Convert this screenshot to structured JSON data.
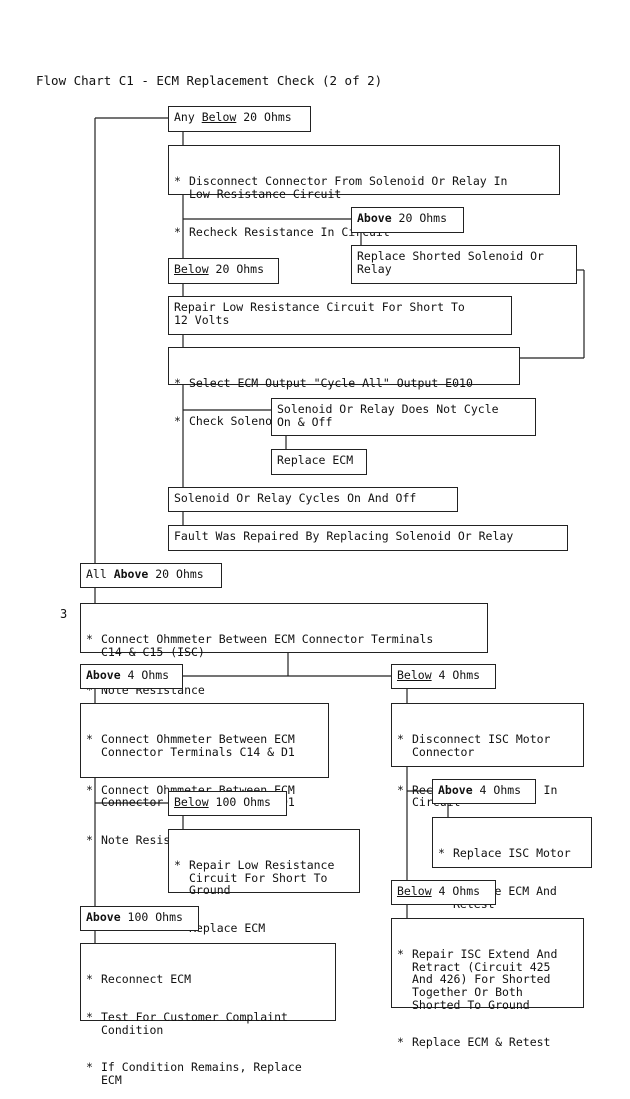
{
  "title": "Flow Chart C1 - ECM Replacement Check (2 of 2)",
  "step_number": "3",
  "bullet": "*",
  "nodes": {
    "any_below_20": {
      "pre": "Any ",
      "u": "Below",
      "post": " 20 Ohms"
    },
    "disconnect_connector": [
      "Disconnect Connector From Solenoid Or Relay In\nLow Resistance Circuit",
      "Recheck Resistance In Circuit"
    ],
    "above_20": {
      "b": "Above",
      "post": " 20 Ohms"
    },
    "replace_shorted": "Replace Shorted Solenoid Or\nRelay",
    "below_20": {
      "u": "Below",
      "post": " 20 Ohms"
    },
    "repair_low_resistance": "Repair Low Resistance Circuit For Short To\n12 Volts",
    "select_ecm_output": [
      "Select ECM Output \"Cycle All\" Output E010",
      "Check Solenoid Or Relay For Operation"
    ],
    "not_cycle": "Solenoid Or Relay Does Not Cycle\nOn & Off",
    "replace_ecm": "Replace ECM",
    "cycles": "Solenoid Or Relay Cycles On And Off",
    "fault_repaired": "Fault Was Repaired By Replacing Solenoid Or Relay",
    "all_above_20": {
      "pre": "All ",
      "b": "Above",
      "post": " 20 Ohms"
    },
    "connect_c14_c15": [
      "Connect Ohmmeter Between ECM Connector Terminals\nC14 & C15 (ISC)",
      "Note Resistance"
    ],
    "above_4_left": {
      "b": "Above",
      "post": " 4 Ohms"
    },
    "below_4_right": {
      "u": "Below",
      "post": " 4 Ohms"
    },
    "connect_d1": [
      "Connect Ohmmeter Between ECM\nConnector Terminals C14 & D1",
      "Connect Ohmmeter Between ECM\nConnector Terminals C15 & D1",
      "Note Resistance"
    ],
    "disconnect_isc": [
      "Disconnect ISC Motor\nConnector",
      "Recheck Resistance In\nCircuit"
    ],
    "above_4_right": {
      "b": "Above",
      "post": " 4 Ohms"
    },
    "replace_isc": [
      "Replace ISC Motor",
      "Replace ECM And\nRetest"
    ],
    "below_100": {
      "u": "Below",
      "post": " 100 Ohms"
    },
    "repair_ground": [
      "Repair Low Resistance\nCircuit For Short To\nGround",
      "Replace ECM"
    ],
    "below_4_bottom": {
      "u": "Below",
      "post": " 4 Ohms"
    },
    "above_100": {
      "b": "Above",
      "post": " 100 Ohms"
    },
    "reconnect_ecm": [
      "Reconnect ECM",
      "Test For Customer Complaint\nCondition",
      "If Condition Remains, Replace\nECM"
    ],
    "repair_isc": [
      "Repair ISC Extend And\nRetract (Circuit 425\nAnd 426) For Shorted\nTogether Or Both\nShorted To Ground",
      "Replace ECM & Retest"
    ]
  }
}
